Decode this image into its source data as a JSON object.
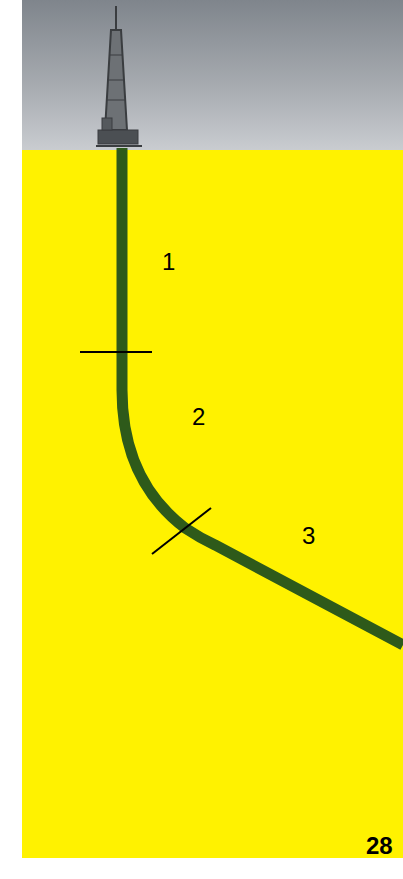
{
  "diagram": {
    "labels": [
      "1",
      "2",
      "3",
      "28"
    ]
  }
}
